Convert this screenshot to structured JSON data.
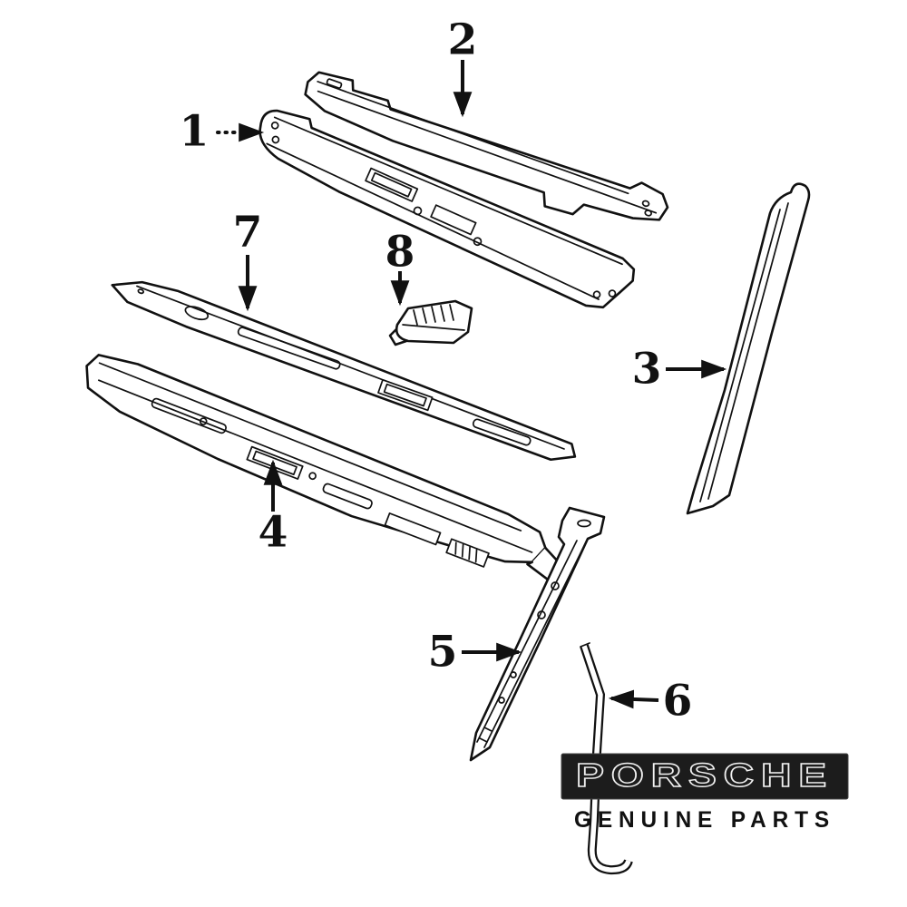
{
  "figure": {
    "type": "exploded-parts-diagram",
    "background": "#ffffff",
    "line_color": "#111111"
  },
  "callouts": [
    {
      "number": "1",
      "arrow": "dotted-right"
    },
    {
      "number": "2",
      "arrow": "down"
    },
    {
      "number": "3",
      "arrow": "right"
    },
    {
      "number": "4",
      "arrow": "up"
    },
    {
      "number": "5",
      "arrow": "right"
    },
    {
      "number": "6",
      "arrow": "left"
    },
    {
      "number": "7",
      "arrow": "down"
    },
    {
      "number": "8",
      "arrow": "down"
    }
  ],
  "brand": {
    "name": "PORSCHE",
    "tagline": "GENUINE PARTS",
    "bar_color": "#1c1c1c",
    "letter_color": "#f2f2f2",
    "tagline_color": "#111111"
  }
}
